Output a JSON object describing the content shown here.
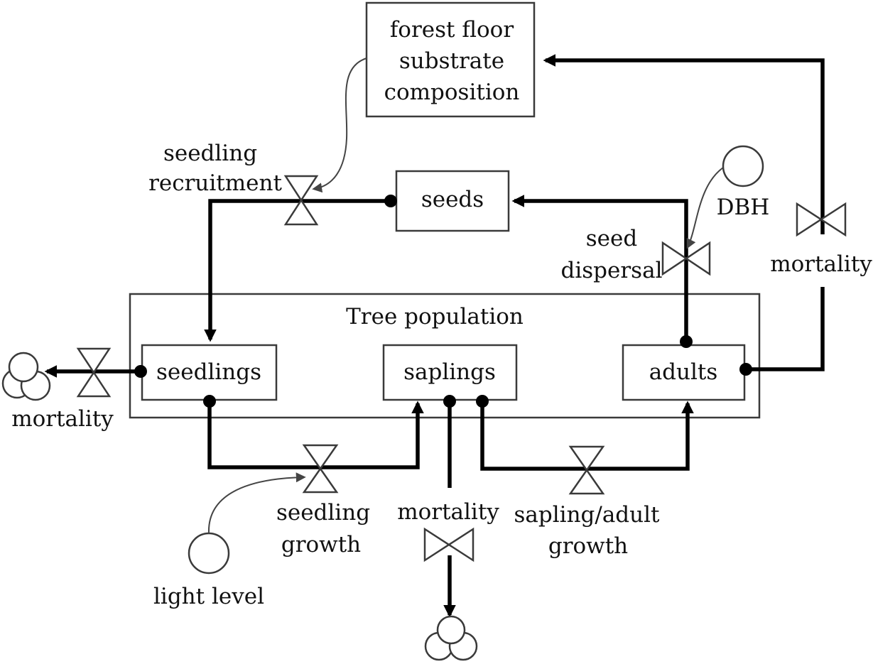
{
  "stocks": {
    "forest_floor": [
      "forest floor",
      "substrate",
      "composition"
    ],
    "seeds": "seeds",
    "seedlings": "seedlings",
    "saplings": "saplings",
    "adults": "adults"
  },
  "group_label": "Tree population",
  "flows": {
    "seedling_recruitment": [
      "seedling",
      "recruitment"
    ],
    "seed_dispersal": [
      "seed",
      "dispersal"
    ],
    "adult_mortality": "mortality",
    "seedling_mortality": "mortality",
    "sapling_mortality": "mortality",
    "seedling_growth": [
      "seedling",
      "growth"
    ],
    "sapling_adult_growth": [
      "sapling/adult",
      "growth"
    ]
  },
  "auxiliaries": {
    "dbh": "DBH",
    "light_level": "light level"
  },
  "colors": {
    "flow": "#000000",
    "outline": "#3a3a3a",
    "background": "#ffffff"
  }
}
